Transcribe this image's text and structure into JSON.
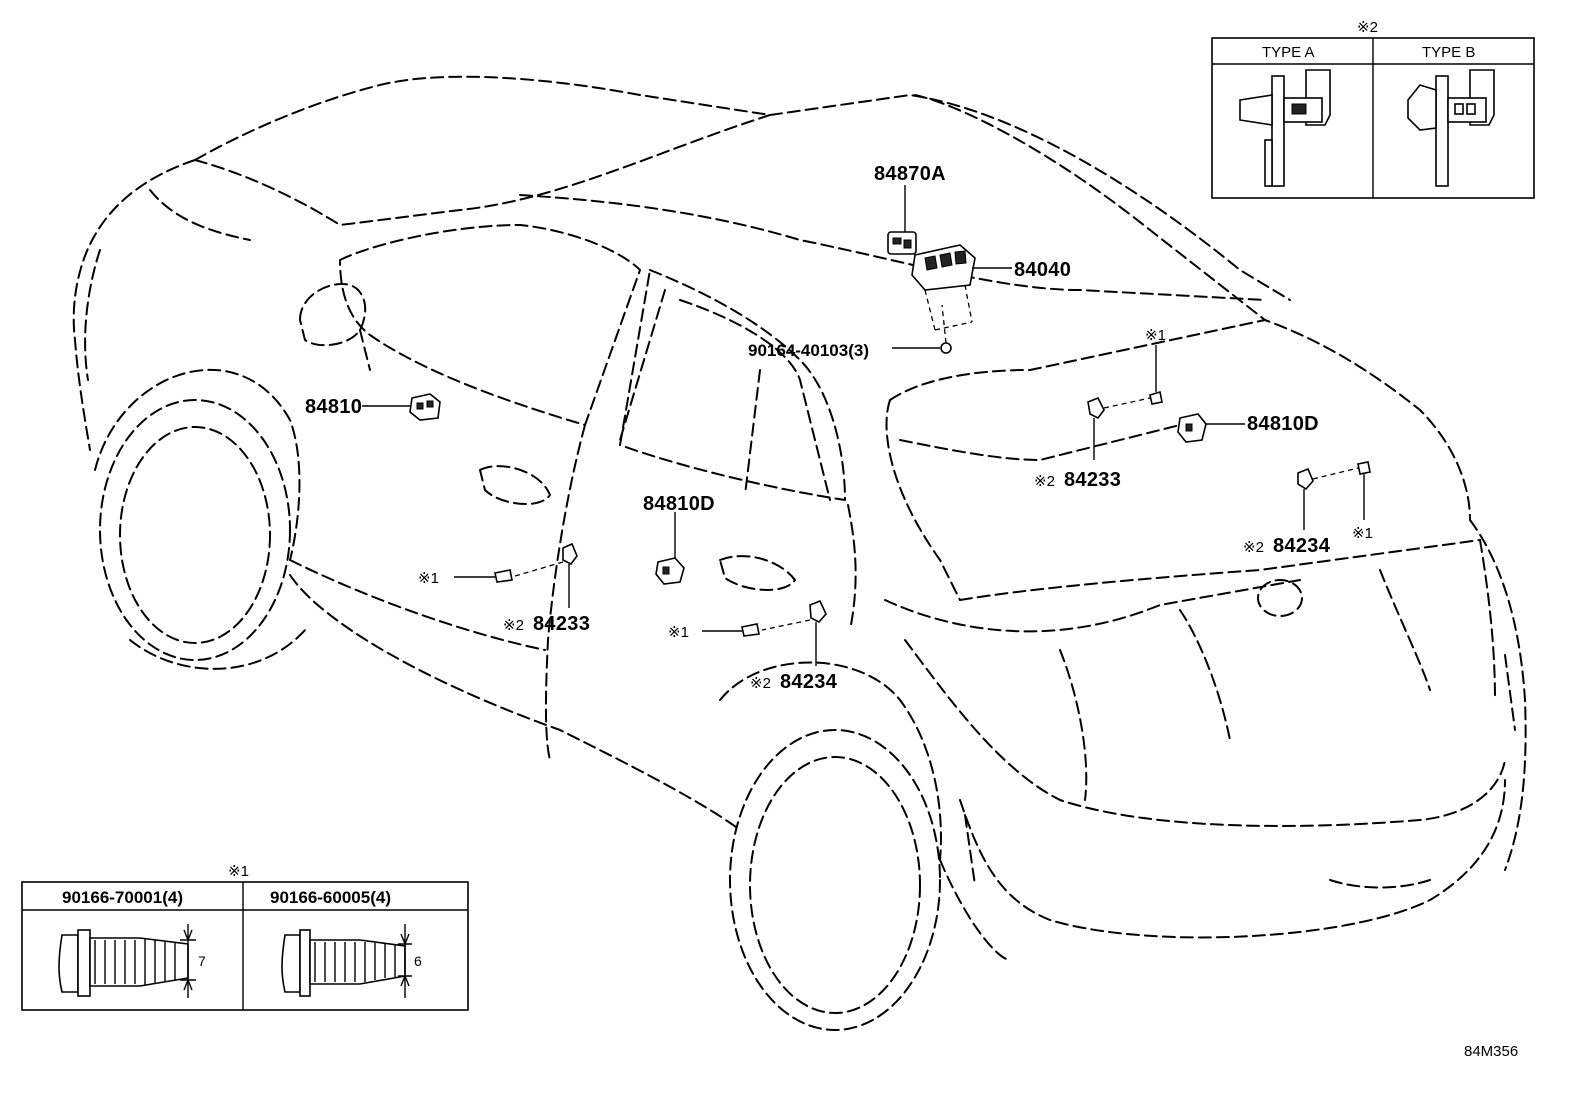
{
  "labels": {
    "p84870A": "84870A",
    "p84040": "84040",
    "p90164": "90164-40103(3)",
    "p84810": "84810",
    "p84810D_rear": "84810D",
    "p84810D_door": "84810D",
    "p84233_rear": "84233",
    "p84234_rear": "84234",
    "p84233_door": "84233",
    "p84234_door": "84234",
    "mark1": "※1",
    "mark2": "※2",
    "diagram_code": "84M356"
  },
  "type_box": {
    "header": "※2",
    "col_a": "TYPE A",
    "col_b": "TYPE B"
  },
  "screw_box": {
    "header": "※1",
    "col_1": "90166-70001(4)",
    "col_2": "90166-60005(4)",
    "dim_1": "7",
    "dim_2": "6"
  }
}
